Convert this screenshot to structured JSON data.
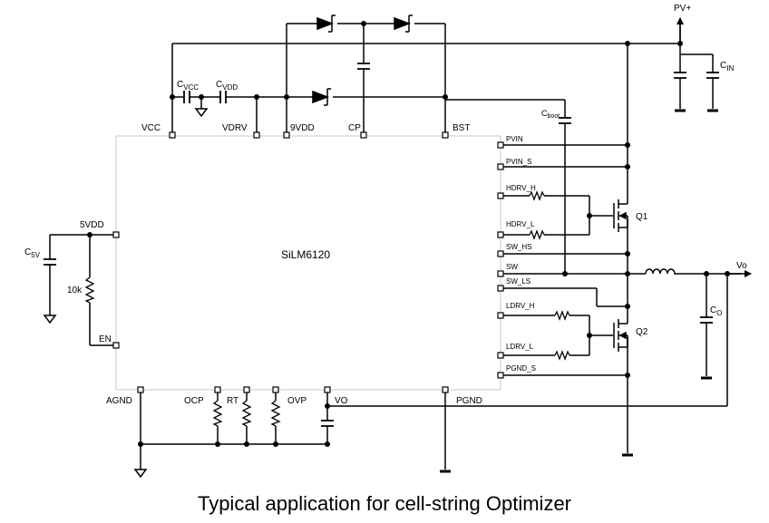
{
  "chip": {
    "name": "SiLM6120"
  },
  "pins": {
    "top": [
      "VCC",
      "VDRV",
      "9VDD",
      "CP",
      "BST"
    ],
    "left": [
      "5VDD",
      "EN"
    ],
    "bottom": [
      "AGND",
      "OCP",
      "RT",
      "OVP",
      "VO",
      "PGND"
    ],
    "right": [
      "PVIN",
      "PVIN_S",
      "HDRV_H",
      "HDRV_L",
      "SW_HS",
      "SW",
      "SW_LS",
      "LDRV_H",
      "LDRV_L",
      "PGND_S"
    ]
  },
  "components": {
    "cvcc": {
      "main": "C",
      "sub": "VCC"
    },
    "cvdd": {
      "main": "C",
      "sub": "VDD"
    },
    "cboot": {
      "main": "C",
      "sub": "boot"
    },
    "cin": {
      "main": "C",
      "sub": "IN"
    },
    "c5v": {
      "main": "C",
      "sub": "5V"
    },
    "co": {
      "main": "C",
      "sub": "O"
    },
    "r10k": "10k",
    "q1": "Q1",
    "q2": "Q2"
  },
  "nets": {
    "pv_plus": "PV+",
    "vo_out": "Vo"
  },
  "caption": "Typical application for cell-string Optimizer"
}
